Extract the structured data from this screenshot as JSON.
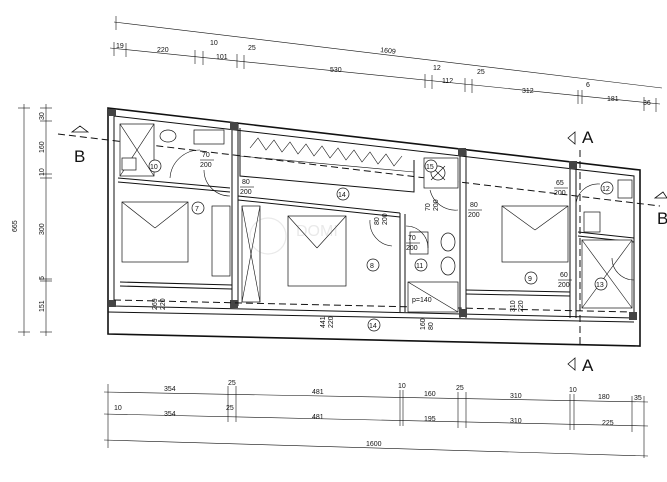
{
  "top_dims_row1": [
    "19",
    "220",
    "10",
    "101",
    "25",
    "530",
    "12",
    "112",
    "25",
    "312",
    "6",
    "181",
    "36"
  ],
  "top_overall": "1609",
  "left_dims": [
    "30",
    "160",
    "10",
    "300",
    "5",
    "151"
  ],
  "left_overall": "665",
  "bottom_dims_row1": [
    "354",
    "25",
    "481",
    "10",
    "160",
    "25",
    "310",
    "10",
    "180",
    "35"
  ],
  "bottom_dims_row2": [
    "10",
    "354",
    "25",
    "481",
    "195",
    "310",
    "225"
  ],
  "bottom_overall": "1600",
  "section_marks": {
    "b_left": "B",
    "b_right": "B",
    "a_top": "A",
    "a_bottom": "A"
  },
  "room_numbers": {
    "r7": "7",
    "r8": "8",
    "r9": "9",
    "r10": "10",
    "r11": "11",
    "r12": "12",
    "r13": "13",
    "r14_top": "14",
    "r14_bottom": "14",
    "r15": "15"
  },
  "door_labels": [
    {
      "w": "70",
      "h": "200"
    },
    {
      "w": "80",
      "h": "200"
    },
    {
      "w": "80",
      "h": "200"
    },
    {
      "w": "70",
      "h": "200"
    },
    {
      "w": "70",
      "h": "200"
    },
    {
      "w": "80",
      "h": "200"
    },
    {
      "w": "65",
      "h": "200"
    },
    {
      "w": "60",
      "h": "200"
    }
  ],
  "window_labels": [
    {
      "w": "269",
      "h": "220"
    },
    {
      "w": "441",
      "h": "220"
    },
    {
      "w": "160",
      "h": "80"
    },
    {
      "w": "310",
      "h": "220"
    }
  ],
  "shower_label": "p=140",
  "watermark": "DOMI"
}
